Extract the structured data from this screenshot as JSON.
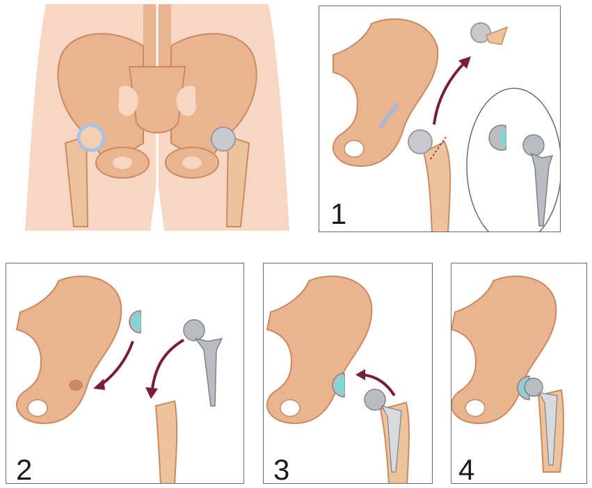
{
  "panels": {
    "step1": {
      "number": "1"
    },
    "step2": {
      "number": "2"
    },
    "step3": {
      "number": "3"
    },
    "step4": {
      "number": "4"
    }
  },
  "colors": {
    "skin": "#f7d7c4",
    "bone": "#e9b48f",
    "bone_dark": "#c98a62",
    "bone_light": "#f3d0b1",
    "femur": "#eec29c",
    "cartilage": "#a9c2e6",
    "diseased": "#c9c9cf",
    "metal": "#b9bcc0",
    "metal_dark": "#7d8186",
    "liner": "#7fd6d6",
    "arrow": "#7a1d3a",
    "frame": "#6b6b6b"
  },
  "icons": [
    "pelvis-icon",
    "femur-icon",
    "arrow-icon",
    "hip-implant-icon",
    "acetabular-cup-icon"
  ]
}
